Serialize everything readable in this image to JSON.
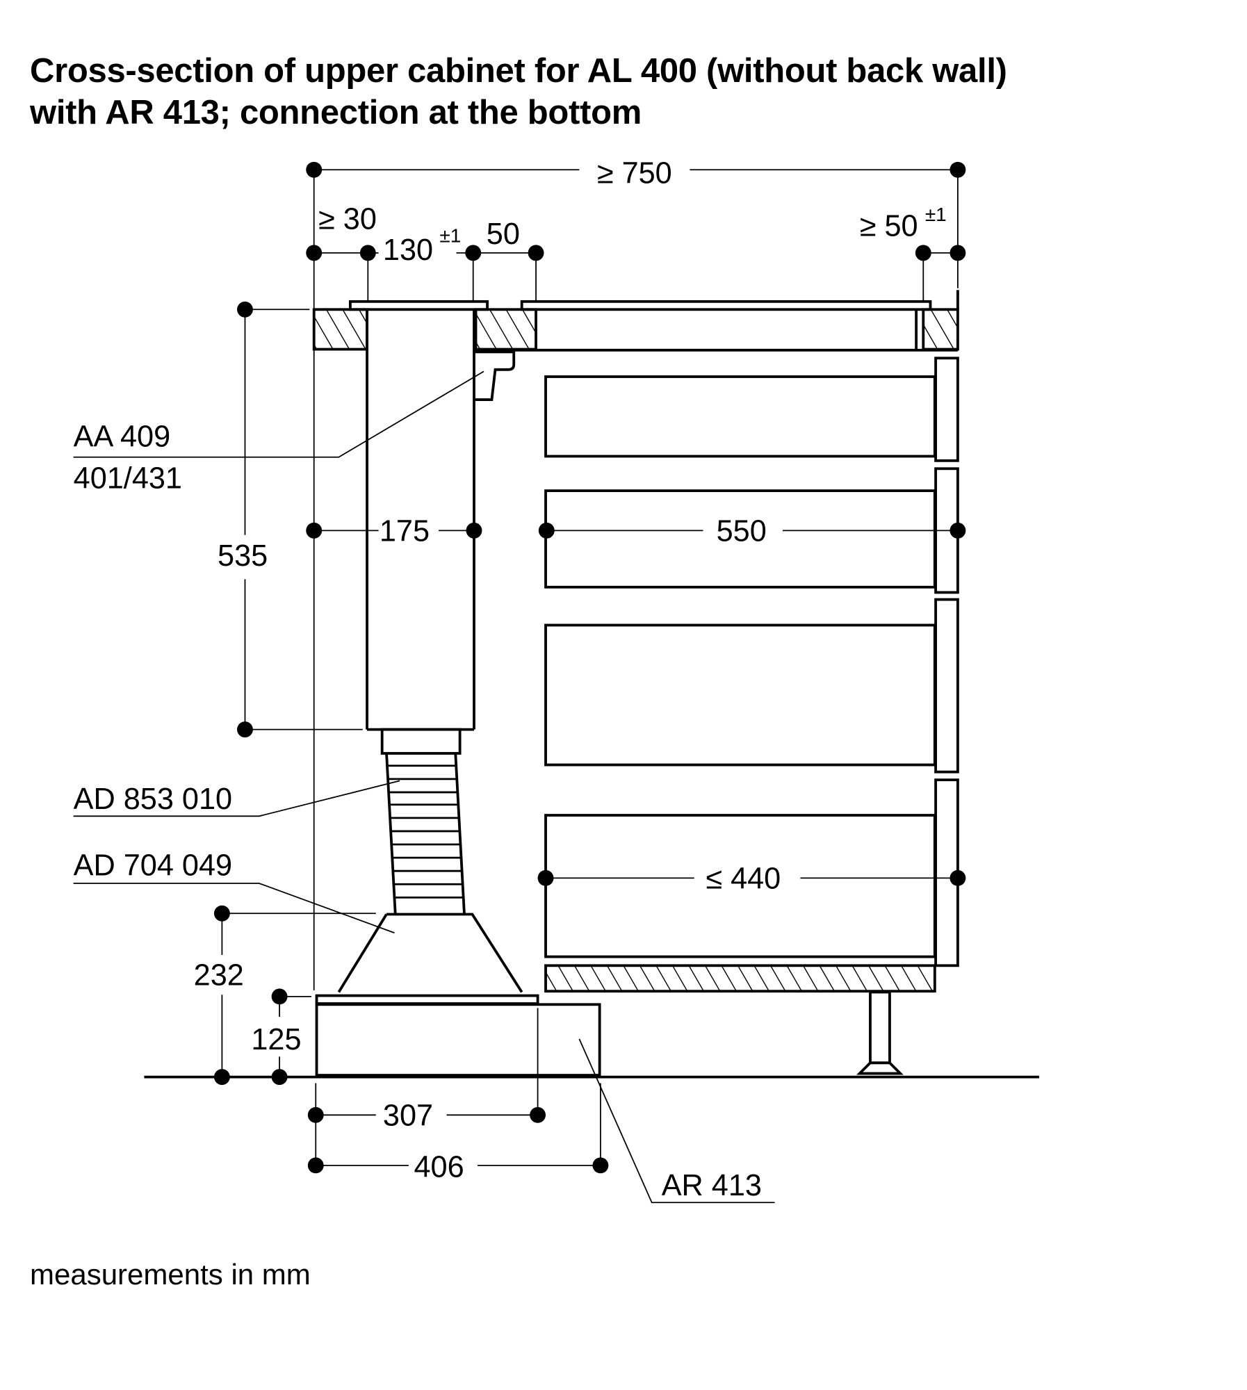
{
  "title": {
    "line1": "Cross-section of upper cabinet for AL 400 (without back wall)",
    "line2": "with AR 413; connection at the bottom"
  },
  "footer": "measurements in mm",
  "dimensions": {
    "total_width": "≥ 750",
    "left_gap": "≥ 30",
    "cutout": "130",
    "cutout_tol": "±1",
    "rear_gap": "50",
    "right_gap": "≥ 50",
    "right_gap_tol": "±1",
    "height_535": "535",
    "duct_width": "175",
    "depth_550": "550",
    "drawer_depth": "≤ 440",
    "height_232": "232",
    "height_125": "125",
    "width_307": "307",
    "width_406": "406"
  },
  "labels": {
    "aa_line1": "AA 409",
    "aa_line2": "401/431",
    "ad853": "AD 853 010",
    "ad704": "AD 704 049",
    "ar413": "AR 413"
  }
}
